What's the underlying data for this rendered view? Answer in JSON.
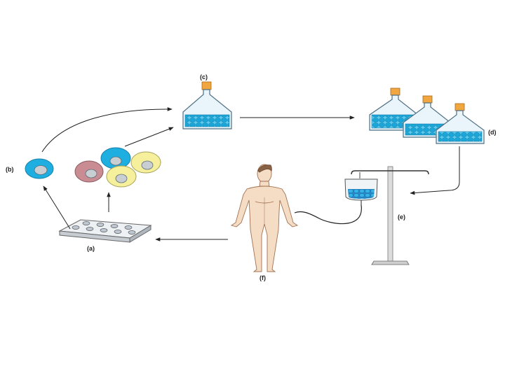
{
  "labels": {
    "a": "(a)",
    "b": "(b)",
    "c": "(c)",
    "d": "(d)",
    "e": "(e)",
    "f": "(f)"
  },
  "colors": {
    "cell_blue": "#1eaee0",
    "cell_pink": "#c98c93",
    "cell_yellow": "#f6ef9c",
    "nucleus": "#c9ced3",
    "cap_orange": "#f2a640",
    "skin": "#f5dcc4",
    "stand_gray": "#d9d9d9",
    "arrow": "#222222"
  },
  "icons": [
    "well-plate-icon",
    "cell-icon",
    "culture-flask-icon",
    "iv-bag-icon",
    "iv-stand-icon",
    "patient-figure-icon",
    "arrow-icon"
  ]
}
